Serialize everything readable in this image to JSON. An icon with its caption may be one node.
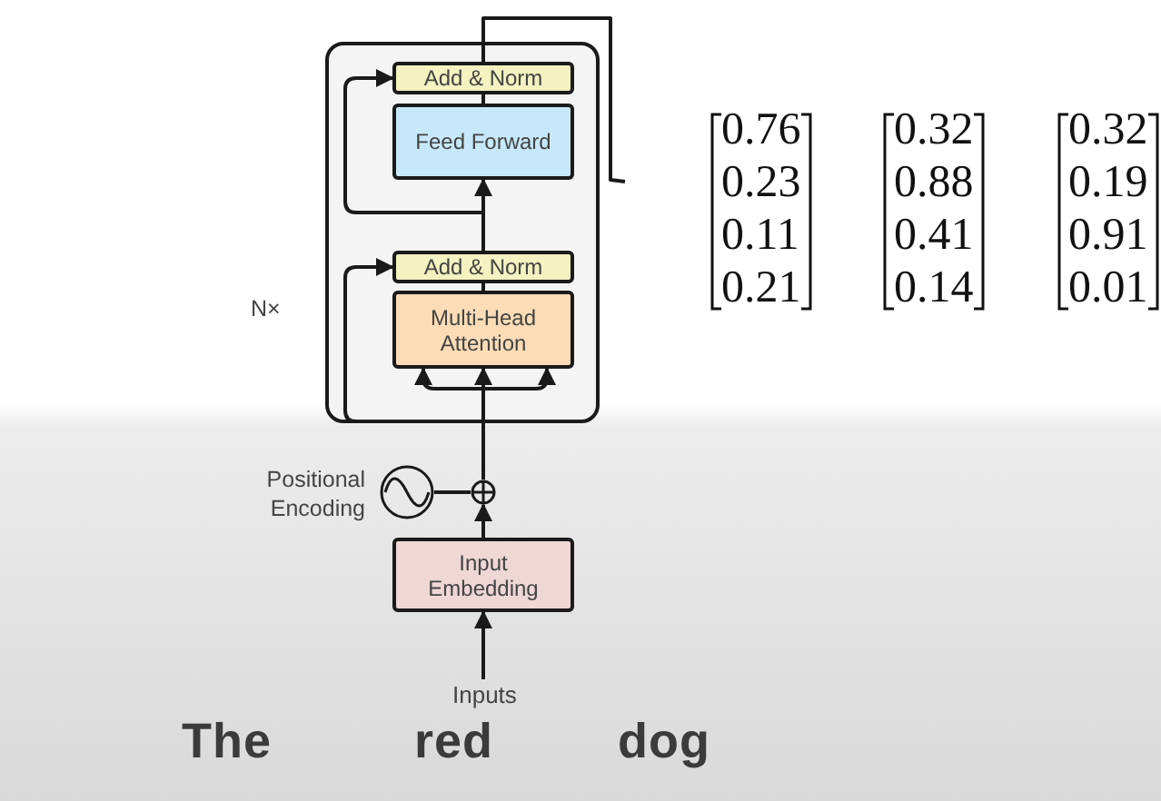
{
  "diagram": {
    "nodes": [
      {
        "text": [],
        "shape": "box",
        "beside": [
          "N×"
        ]
      },
      {
        "text": [
          "Add & Norm"
        ],
        "in": 0
      },
      {
        "text": [
          "Feed Forward"
        ],
        "in": 0
      },
      {
        "text": [
          "Add & Norm"
        ],
        "in": 0
      },
      {
        "text": [
          "Multi-Head Attention"
        ],
        "in": 0
      },
      {
        "text": [],
        "shape": "circle"
      },
      {
        "text": [],
        "shape": "circle",
        "beside": [
          "Positional Encoding"
        ]
      },
      {
        "text": [
          "Input Embedding"
        ]
      },
      {
        "text": [
          "Inputs"
        ]
      }
    ],
    "edges": [
      {
        "from": 8,
        "to": 7,
        "arrow": "to"
      },
      {
        "from": 7,
        "to": 5,
        "arrow": "to"
      },
      {
        "from": 6,
        "to": 5,
        "arrow": "none"
      },
      {
        "from": 5,
        "to": 4,
        "arrow": "to"
      },
      {
        "from": 5,
        "to": 3,
        "arrow": "to"
      },
      {
        "from": 4,
        "to": 3,
        "arrow": "none"
      },
      {
        "from": 3,
        "to": 2,
        "arrow": "to"
      },
      {
        "from": 3,
        "to": 1,
        "arrow": "to"
      },
      {
        "from": 2,
        "to": 1,
        "arrow": "none"
      },
      {
        "from": 1,
        "to": null,
        "arrow": "none"
      }
    ],
    "labels": [
      "0.76",
      "0.32",
      "0.32",
      "0.23",
      "0.88",
      "0.19",
      "0.11",
      "0.41",
      "0.91",
      "0.21",
      "0.14",
      "0.01",
      "The",
      "red",
      "dog"
    ]
  }
}
